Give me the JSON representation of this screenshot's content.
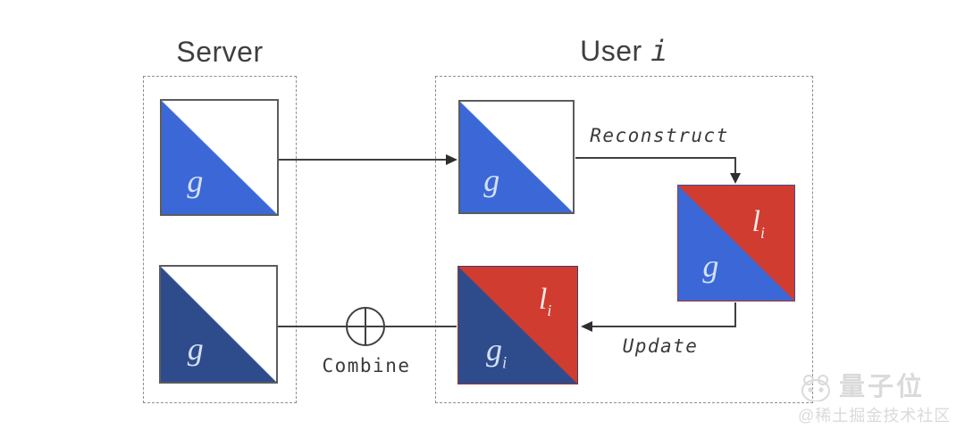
{
  "colors": {
    "blue": "#3b68d6",
    "navy": "#2e4c8c",
    "red": "#d03c30",
    "label-light": "#d3e0f6",
    "line": "#3f3f3f",
    "title": "#3f3f3f",
    "watermark": "#dadada"
  },
  "headers": {
    "server": "Server",
    "user_base": "User",
    "user_var": "i"
  },
  "arrows": {
    "reconstruct": "Reconstruct",
    "update": "Update",
    "combine": "Combine"
  },
  "blocks": {
    "server_global": {
      "label": "g"
    },
    "server_combined": {
      "label": "g"
    },
    "user_global": {
      "label": "g"
    },
    "user_reconstructed": {
      "global_label": "g",
      "local_label": "l",
      "local_sub": "i"
    },
    "user_updated": {
      "global_label": "g",
      "global_sub": "i",
      "local_label": "l",
      "local_sub": "i"
    }
  },
  "watermark": {
    "brand": "量子位",
    "community": "@稀土掘金技术社区"
  }
}
